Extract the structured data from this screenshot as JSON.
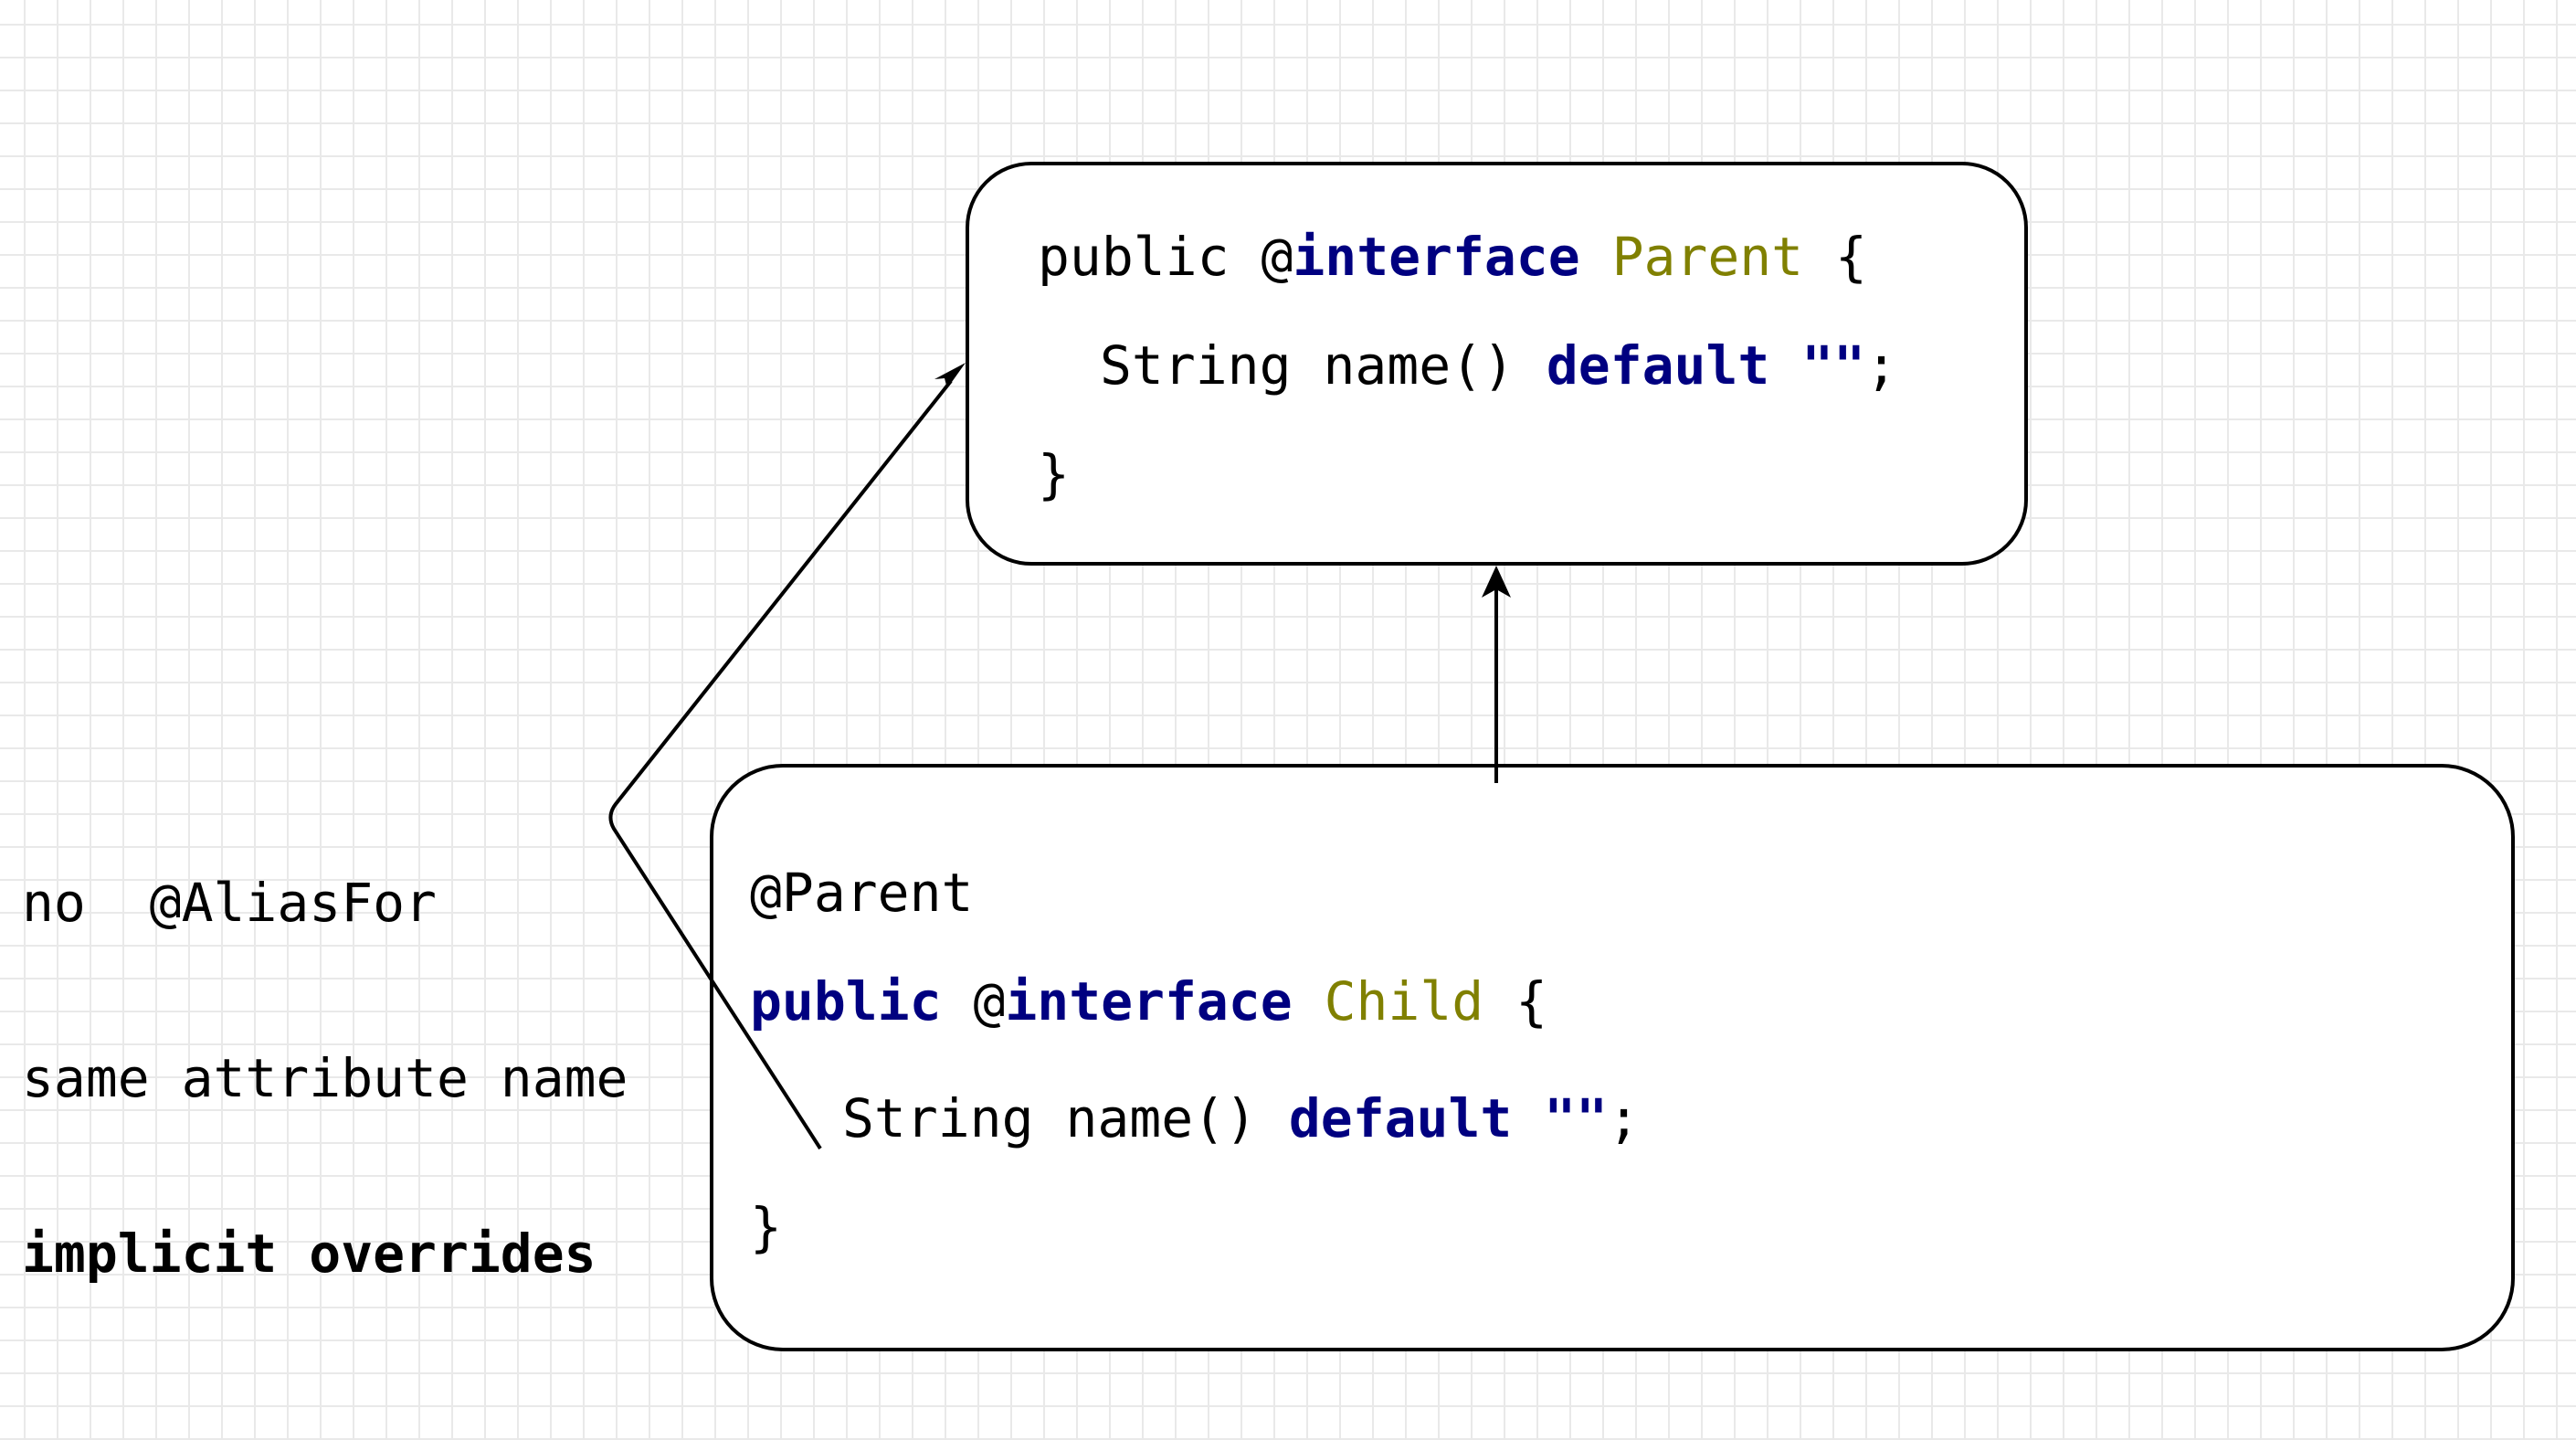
{
  "parent": {
    "line1": {
      "mod": "public",
      "at": "@",
      "kw": "interface",
      "name": "Parent",
      "brace": "{"
    },
    "line2": {
      "type": "String",
      "method": "name()",
      "kw": "default",
      "str": "\"\"",
      "semi": ";"
    },
    "line3": {
      "brace": "}"
    }
  },
  "child": {
    "annotation": "@Parent",
    "line1": {
      "mod": "public",
      "at": "@",
      "kw": "interface",
      "name": "Child",
      "brace": "{"
    },
    "line2": {
      "type": "String",
      "method": "name()",
      "kw": "default",
      "str": "\"\"",
      "semi": ";"
    },
    "line3": {
      "brace": "}"
    }
  },
  "note": {
    "line1": "no  @AliasFor",
    "line2": "same attribute name",
    "line3": "implicit overrides"
  },
  "colors": {
    "keyword": "#000080",
    "class_name": "#808000",
    "stroke": "#000000",
    "grid": "#e9e9e9"
  }
}
